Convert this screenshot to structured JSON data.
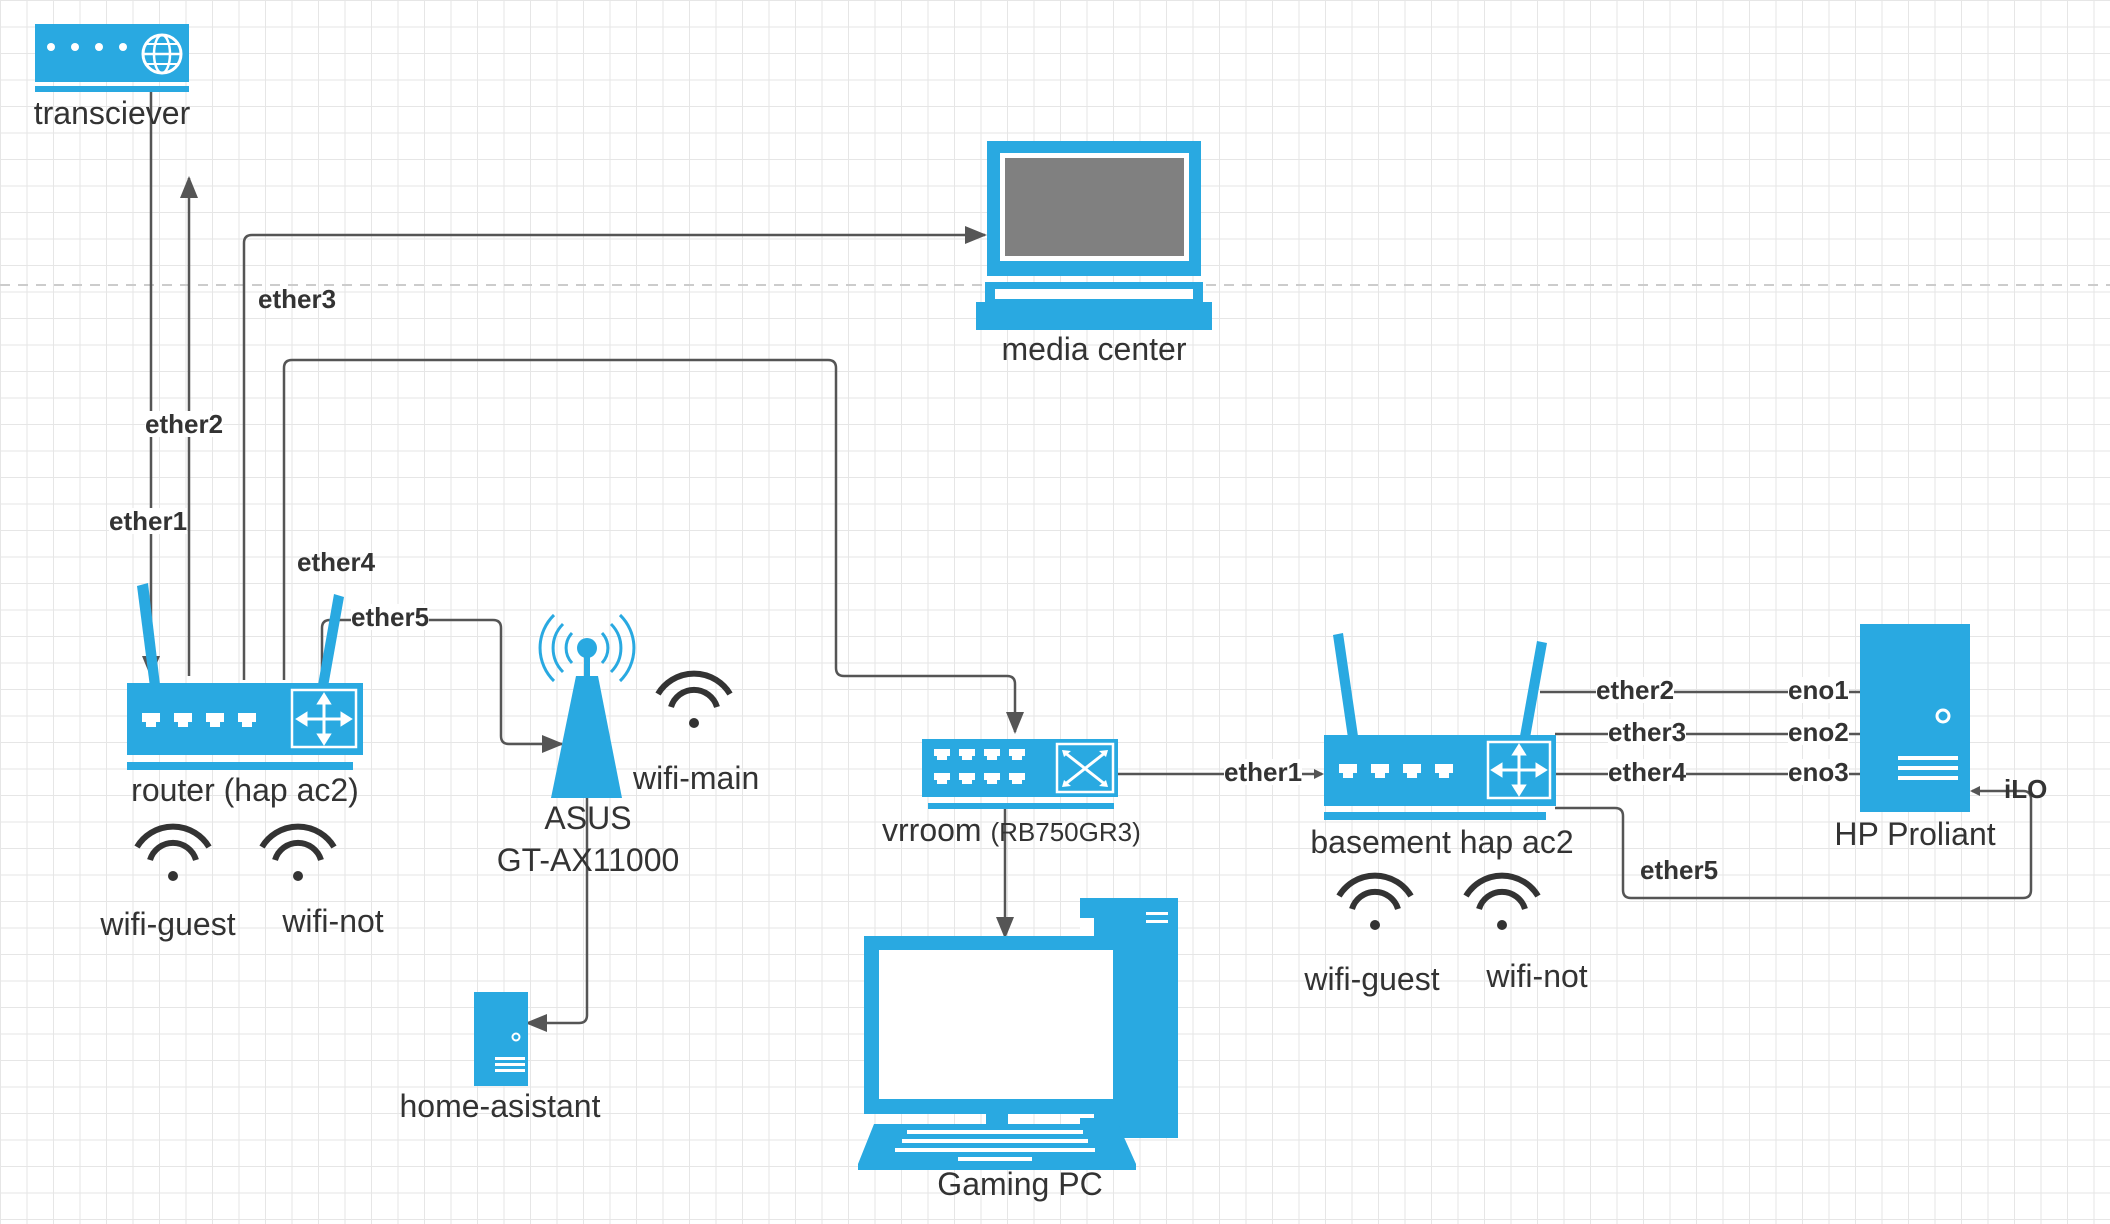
{
  "colors": {
    "accent": "#29a9e1",
    "line": "#555555",
    "text": "#333333",
    "grid": "#e6e6e6"
  },
  "nodes": {
    "transceiver": {
      "label": "transciever",
      "icon": "modem-icon"
    },
    "media_center": {
      "label": "media center",
      "icon": "laptop-icon"
    },
    "router": {
      "label": "router (hap ac2)",
      "icon": "router-icon"
    },
    "asus": {
      "label_line1": "ASUS",
      "label_line2": "GT-AX11000",
      "icon": "wireless-antenna-icon"
    },
    "vrroom": {
      "label": "vrroom",
      "label_model": "(RB750GR3)",
      "icon": "switch-icon"
    },
    "basement": {
      "label": "basement hap ac2",
      "icon": "router-icon"
    },
    "hp_proliant": {
      "label": "HP Proliant",
      "icon": "server-icon"
    },
    "home_assistant": {
      "label": "home-asistant",
      "icon": "server-icon"
    },
    "gaming_pc": {
      "label": "Gaming PC",
      "icon": "desktop-computer-icon"
    }
  },
  "wifi": {
    "router_guest": "wifi-guest",
    "router_not": "wifi-not",
    "asus_main": "wifi-main",
    "basement_guest": "wifi-guest",
    "basement_not": "wifi-not"
  },
  "ports": {
    "ether1": "ether1",
    "ether2": "ether2",
    "ether3": "ether3",
    "ether4": "ether4",
    "ether5": "ether5",
    "vrroom_ether1": "ether1",
    "b_ether2": "ether2",
    "b_ether3": "ether3",
    "b_ether4": "ether4",
    "b_ether5": "ether5",
    "eno1": "eno1",
    "eno2": "eno2",
    "eno3": "eno3",
    "ilo": "iLO"
  }
}
